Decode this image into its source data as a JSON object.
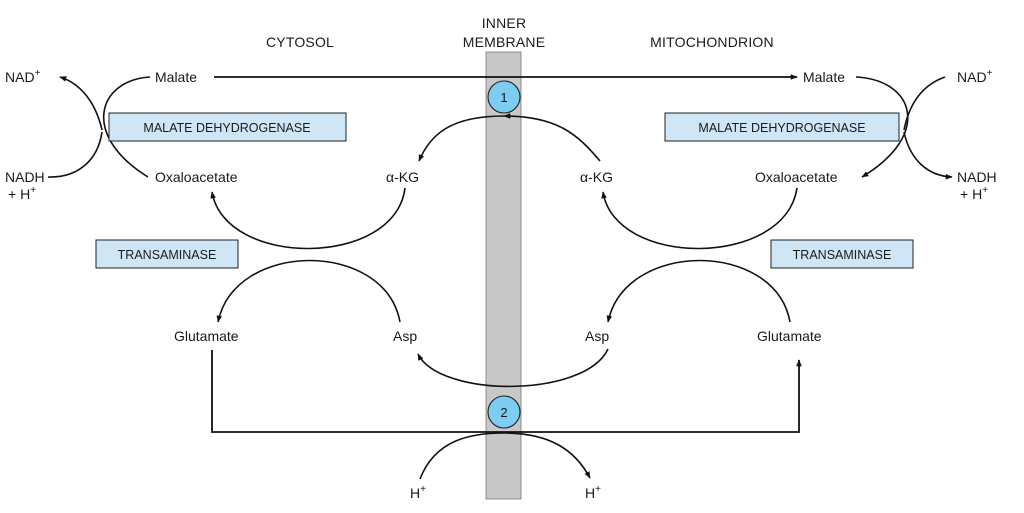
{
  "headers": {
    "cytosol": "CYTOSOL",
    "inner_membrane_line1": "INNER",
    "inner_membrane_line2": "MEMBRANE",
    "mitochondrion": "MITOCHONDRION"
  },
  "left": {
    "nad_plus": "NAD",
    "nadh": "NADH",
    "h_plus_prefix": "+ H",
    "malate": "Malate",
    "oxaloacetate": "Oxaloacetate",
    "alpha_kg": "α-KG",
    "glutamate": "Glutamate",
    "asp": "Asp",
    "malate_dehydrogenase": "MALATE DEHYDROGENASE",
    "transaminase": "TRANSAMINASE"
  },
  "right": {
    "nad_plus": "NAD",
    "nadh": "NADH",
    "h_plus_prefix": "+ H",
    "malate": "Malate",
    "oxaloacetate": "Oxaloacetate",
    "alpha_kg": "α-KG",
    "glutamate": "Glutamate",
    "asp": "Asp",
    "malate_dehydrogenase": "MALATE DEHYDROGENASE",
    "transaminase": "TRANSAMINASE"
  },
  "carriers": {
    "carrier_1": "1",
    "carrier_2": "2"
  },
  "protons": {
    "left": "H",
    "right": "H"
  },
  "superscript_plus": "+",
  "colors": {
    "membrane": "#c8c8c8",
    "carrier": "#7ccdf1",
    "enzyme_box": "#cfe6f7"
  }
}
